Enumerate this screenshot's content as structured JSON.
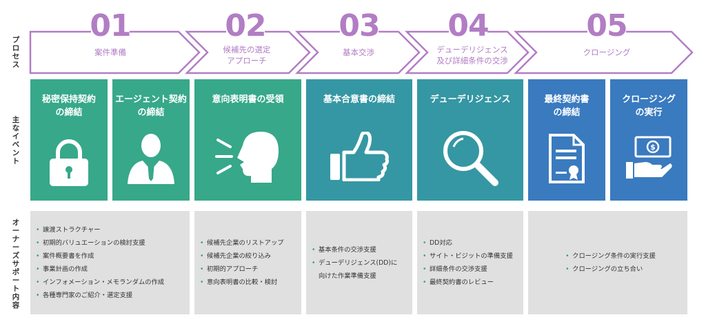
{
  "row_labels": {
    "process": "プロセス",
    "events": "主なイベント",
    "support": "オーナーズサポート内容"
  },
  "colors": {
    "arrow": "#b27dc4",
    "green": "#37a88a",
    "teal": "#3597a3",
    "blue": "#3a7abf",
    "support_bg": "#e0e0e0"
  },
  "steps": [
    {
      "number": "01",
      "label": "案件準備"
    },
    {
      "number": "02",
      "label": "候補先の選定\nアプローチ"
    },
    {
      "number": "03",
      "label": "基本交渉"
    },
    {
      "number": "04",
      "label": "デューデリジェンス\n及び詳細条件の交渉"
    },
    {
      "number": "05",
      "label": "クロージング"
    }
  ],
  "events": [
    {
      "title": "秘密保持契約\nの締結",
      "icon": "lock-icon"
    },
    {
      "title": "エージェント契約\nの締結",
      "icon": "agent-person-icon"
    },
    {
      "title": "意向表明書の受領",
      "icon": "speaking-head-icon"
    },
    {
      "title": "基本合意書の締結",
      "icon": "thumbs-up-icon"
    },
    {
      "title": "デューデリジェンス",
      "icon": "magnifier-icon"
    },
    {
      "title": "最終契約書\nの締結",
      "icon": "certificate-document-icon"
    },
    {
      "title": "クロージング\nの実行",
      "icon": "hand-money-icon"
    }
  ],
  "support": [
    {
      "items": [
        "譲渡ストラクチャー",
        "初期的バリュエーションの検討支援",
        "案件概要書を作成",
        "事業計画の作成",
        "インフォメーション・メモランダムの作成",
        "各種専門家のご紹介・選定支援"
      ]
    },
    {
      "items": [
        "候補先企業のリストアップ",
        "候補先企業の絞り込み",
        "初期的アプローチ",
        "意向表明書の比較・検討"
      ]
    },
    {
      "items": [
        "基本条件の交渉支援",
        "デューデリジェンス(DD)に\n向けた作業準備支援"
      ]
    },
    {
      "items": [
        "DD対応",
        "サイト・ビジットの準備支援",
        "詳細条件の交渉支援",
        "最終契約書のレビュー"
      ]
    },
    {
      "items": [
        "クロージング条件の実行支援",
        "クロージングの立ち合い"
      ]
    }
  ]
}
